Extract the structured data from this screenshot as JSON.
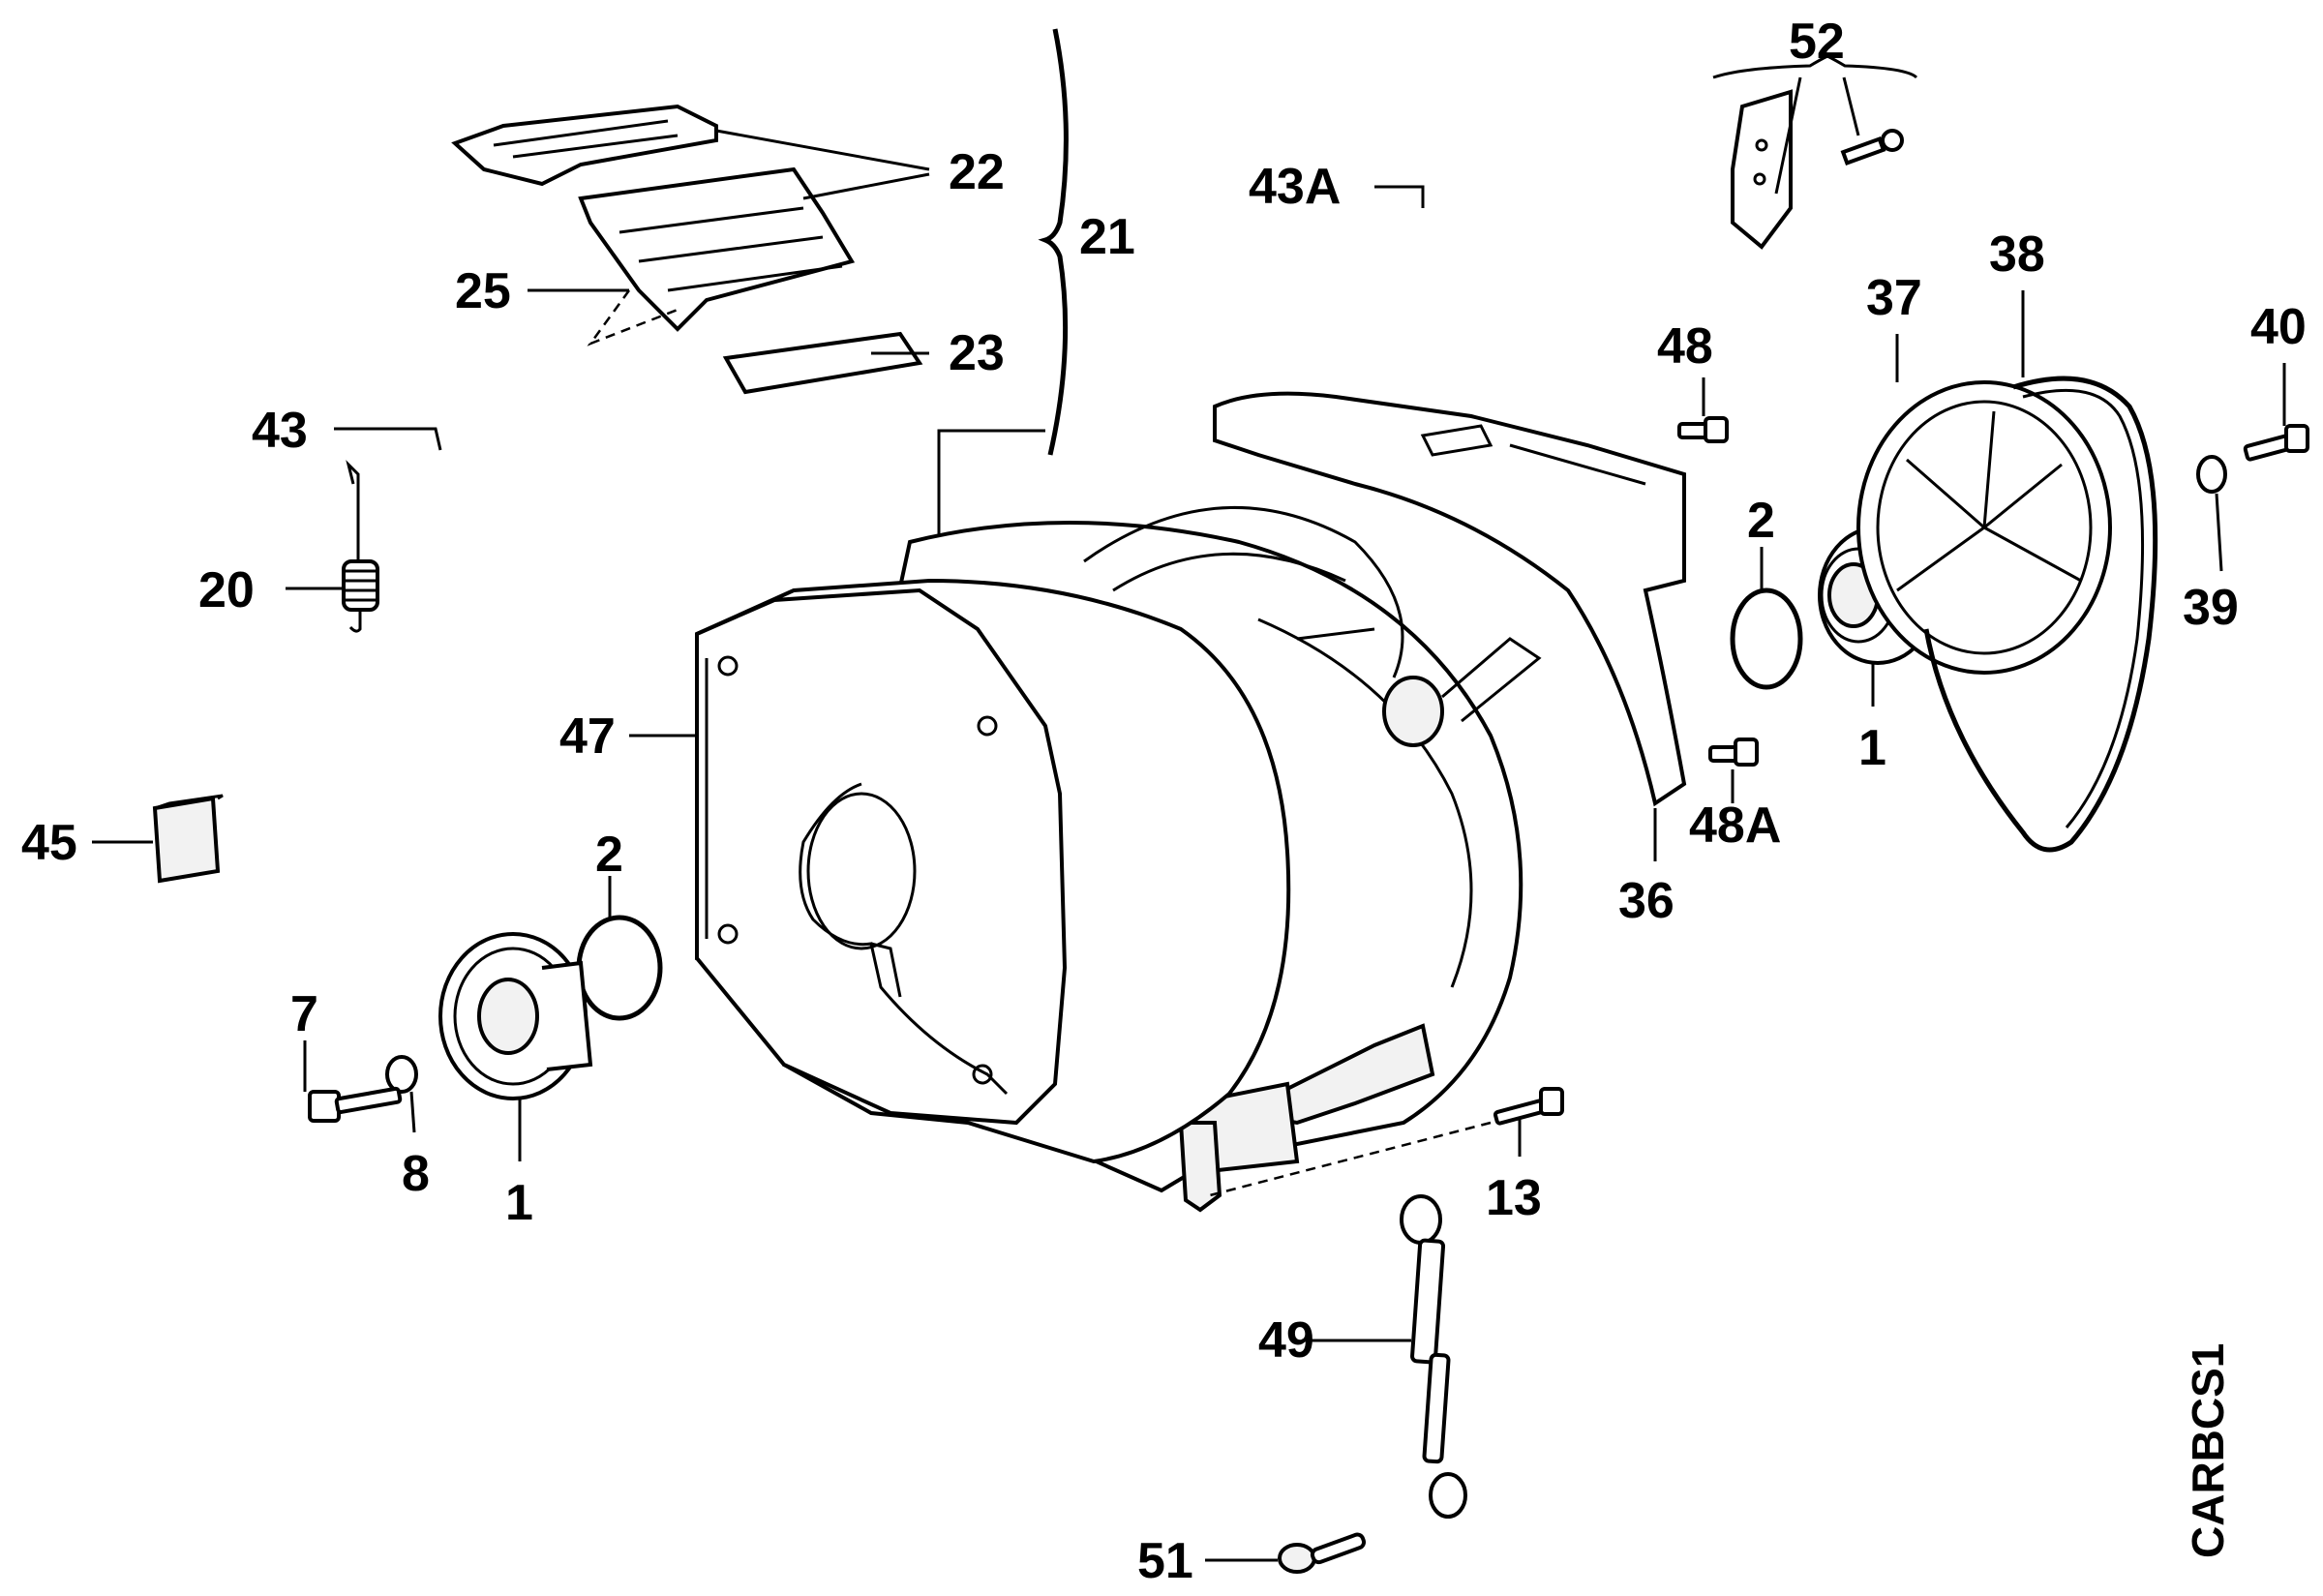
{
  "callouts": {
    "c52": "52",
    "c22": "22",
    "c21": "21",
    "c43A": "43A",
    "c25": "25",
    "c23": "23",
    "c43": "43",
    "c20": "20",
    "c38": "38",
    "c37": "37",
    "c40": "40",
    "c48": "48",
    "c2_right": "2",
    "c39": "39",
    "c1_right": "1",
    "c47": "47",
    "c48A": "48A",
    "c45": "45",
    "c36": "36",
    "c2_left": "2",
    "c7": "7",
    "c8": "8",
    "c1_left": "1",
    "c13": "13",
    "c49": "49",
    "c51": "51"
  },
  "diagram_code": "CARBCS1"
}
